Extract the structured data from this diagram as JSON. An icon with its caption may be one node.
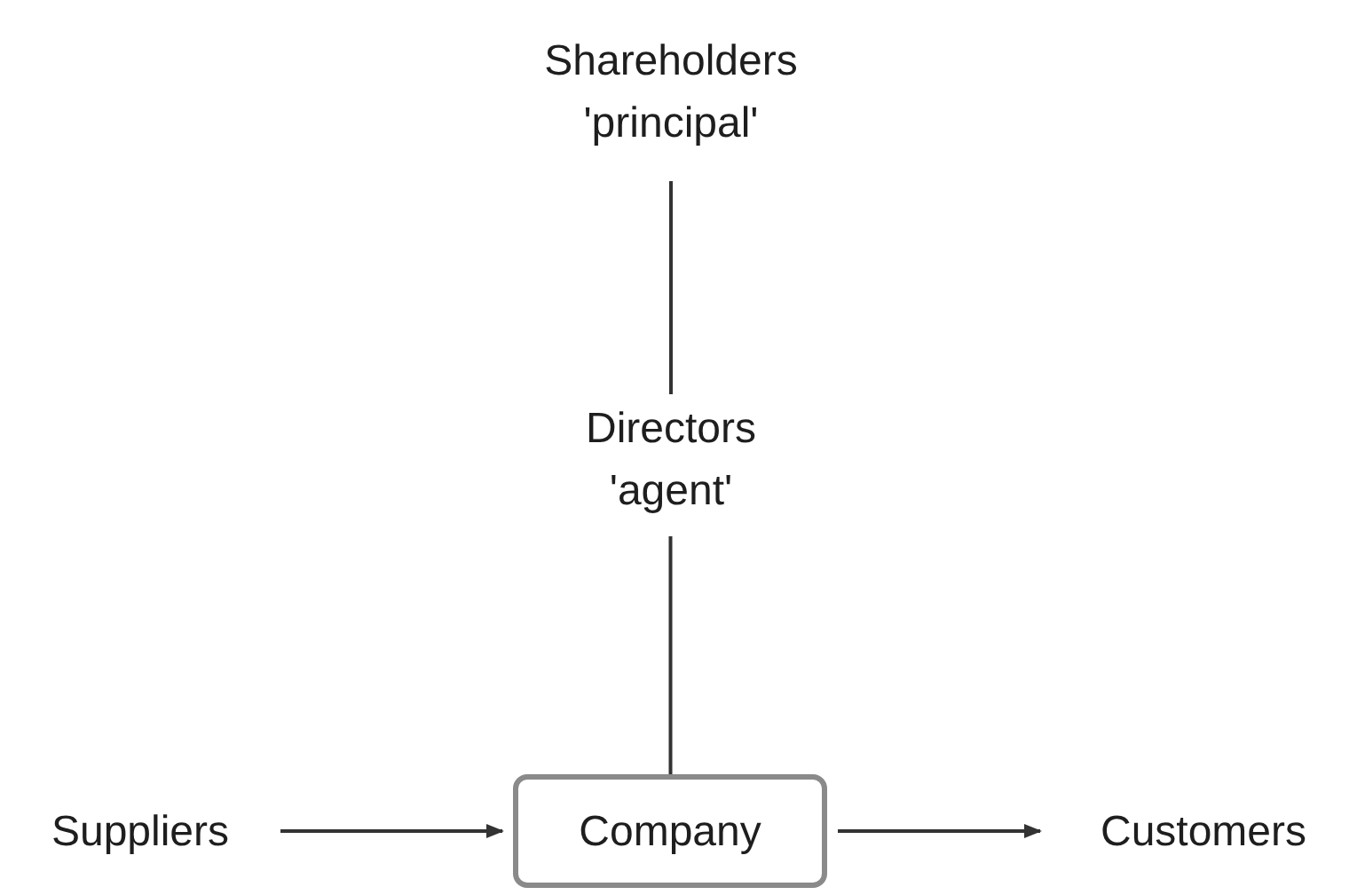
{
  "diagram": {
    "nodes": [
      {
        "text": [
          "Shareholders",
          "'principal'"
        ]
      },
      {
        "text": [
          "Directors",
          "'agent'"
        ]
      },
      {
        "text": [
          "Company"
        ]
      },
      {
        "text": [
          "Suppliers"
        ]
      },
      {
        "text": [
          "Customers"
        ]
      }
    ],
    "edges": [
      {
        "from": 0,
        "to": 1,
        "arrow": "none"
      },
      {
        "from": 1,
        "to": 2,
        "arrow": "none"
      },
      {
        "from": 3,
        "to": 2,
        "arrow": "to"
      },
      {
        "from": 2,
        "to": 4,
        "arrow": "to"
      }
    ]
  }
}
